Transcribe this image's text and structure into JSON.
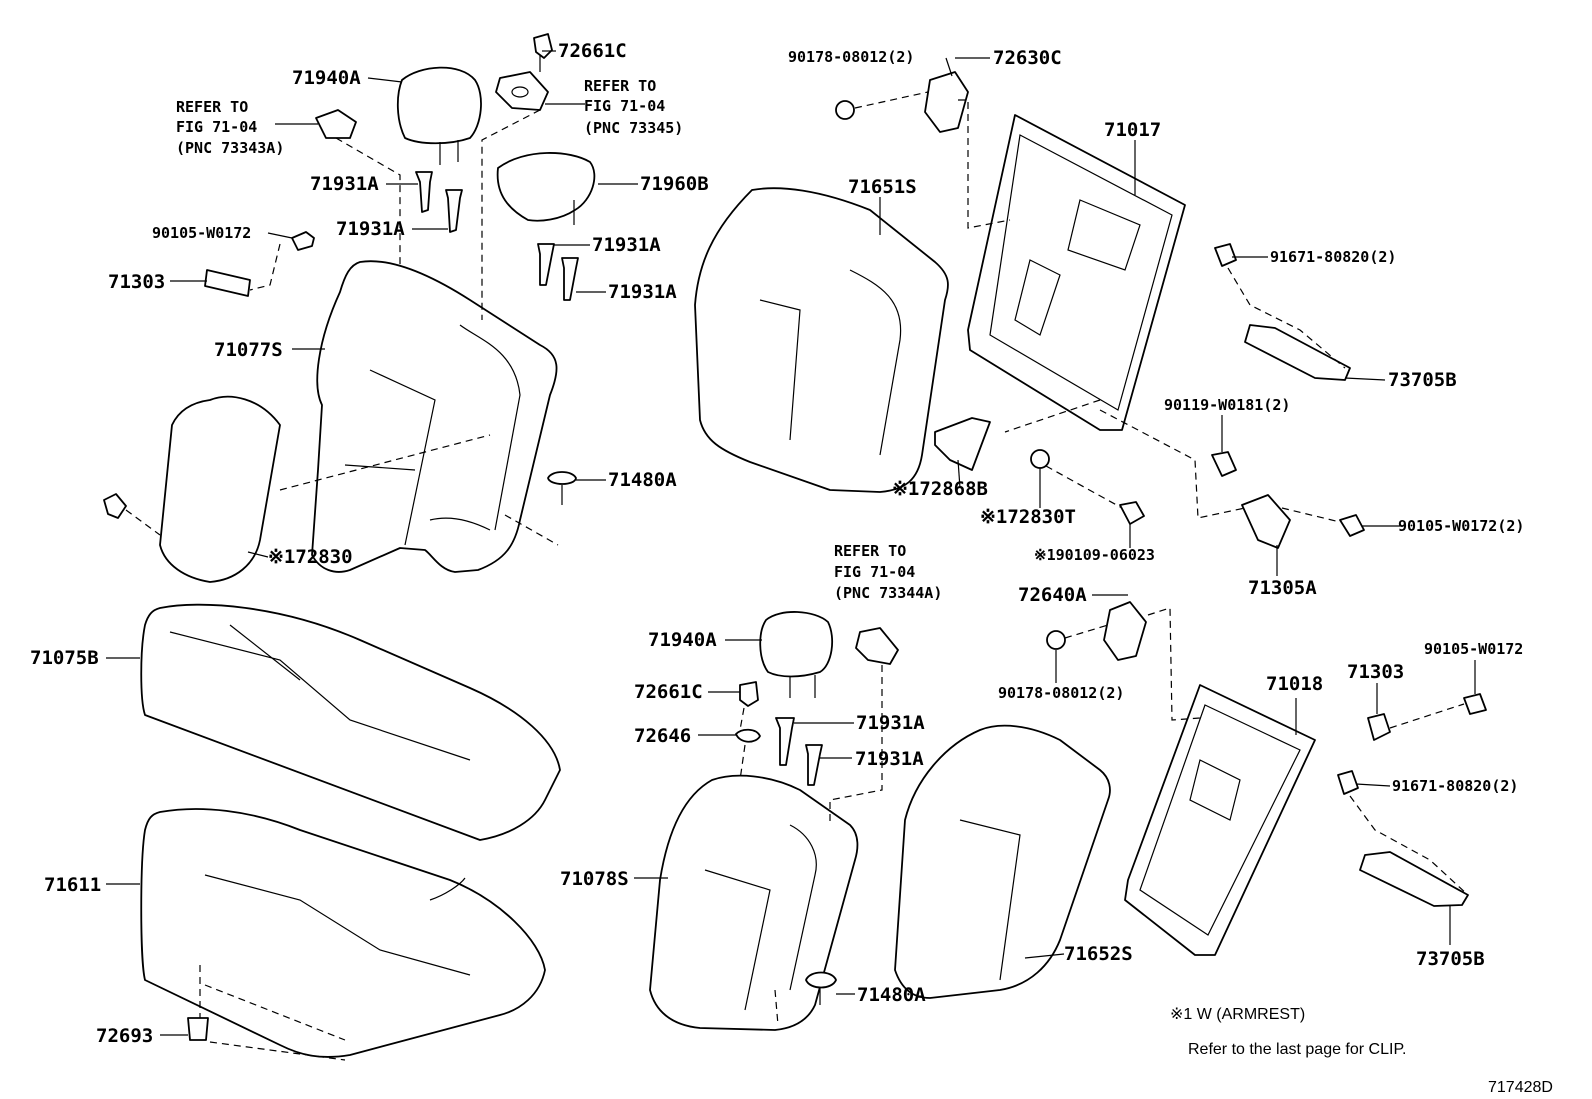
{
  "labels": {
    "p72661C_top": "72661C",
    "p71940A_top": "71940A",
    "p72630C": "72630C",
    "p90178_top": "90178-08012(2)",
    "p71017": "71017",
    "p71960B": "71960B",
    "p71651S": "71651S",
    "p71931A_1": "71931A",
    "p71931A_2": "71931A",
    "p71931A_3": "71931A",
    "p71931A_4": "71931A",
    "p90105_left": "90105-W0172",
    "p71303_left": "71303",
    "p71077S": "71077S",
    "p91671_top": "91671-80820(2)",
    "p73705B_top": "73705B",
    "p90119": "90119-W0181(2)",
    "p71480A_top": "71480A",
    "p172868B": "※172868B",
    "p172830T": "※172830T",
    "p190109": "※190109-06023",
    "p90105_right_2": "90105-W0172(2)",
    "p172830": "※172830",
    "p71305A": "71305A",
    "p72640A": "72640A",
    "p71075B": "71075B",
    "p71940A_bottom": "71940A",
    "p72661C_bottom": "72661C",
    "p72646": "72646",
    "p71931A_5": "71931A",
    "p71931A_6": "71931A",
    "p90178_bottom": "90178-08012(2)",
    "p71018": "71018",
    "p71303_right": "71303",
    "p90105_right": "90105-W0172",
    "p91671_bottom": "91671-80820(2)",
    "p71611": "71611",
    "p71078S": "71078S",
    "p71652S": "71652S",
    "p73705B_bottom": "73705B",
    "p71480A_bottom": "71480A",
    "p72693": "72693"
  },
  "refs": {
    "ref_a": [
      "REFER TO",
      "FIG 71-04",
      "(PNC 73343A)"
    ],
    "ref_b": [
      "REFER TO",
      "FIG 71-04",
      "(PNC 73345)"
    ],
    "ref_c": [
      "REFER TO",
      "FIG 71-04",
      "(PNC 73344A)"
    ]
  },
  "notes": {
    "armrest": "※1 W (ARMREST)",
    "clip": "Refer to the last page for CLIP.",
    "figure_id": "717428D"
  }
}
